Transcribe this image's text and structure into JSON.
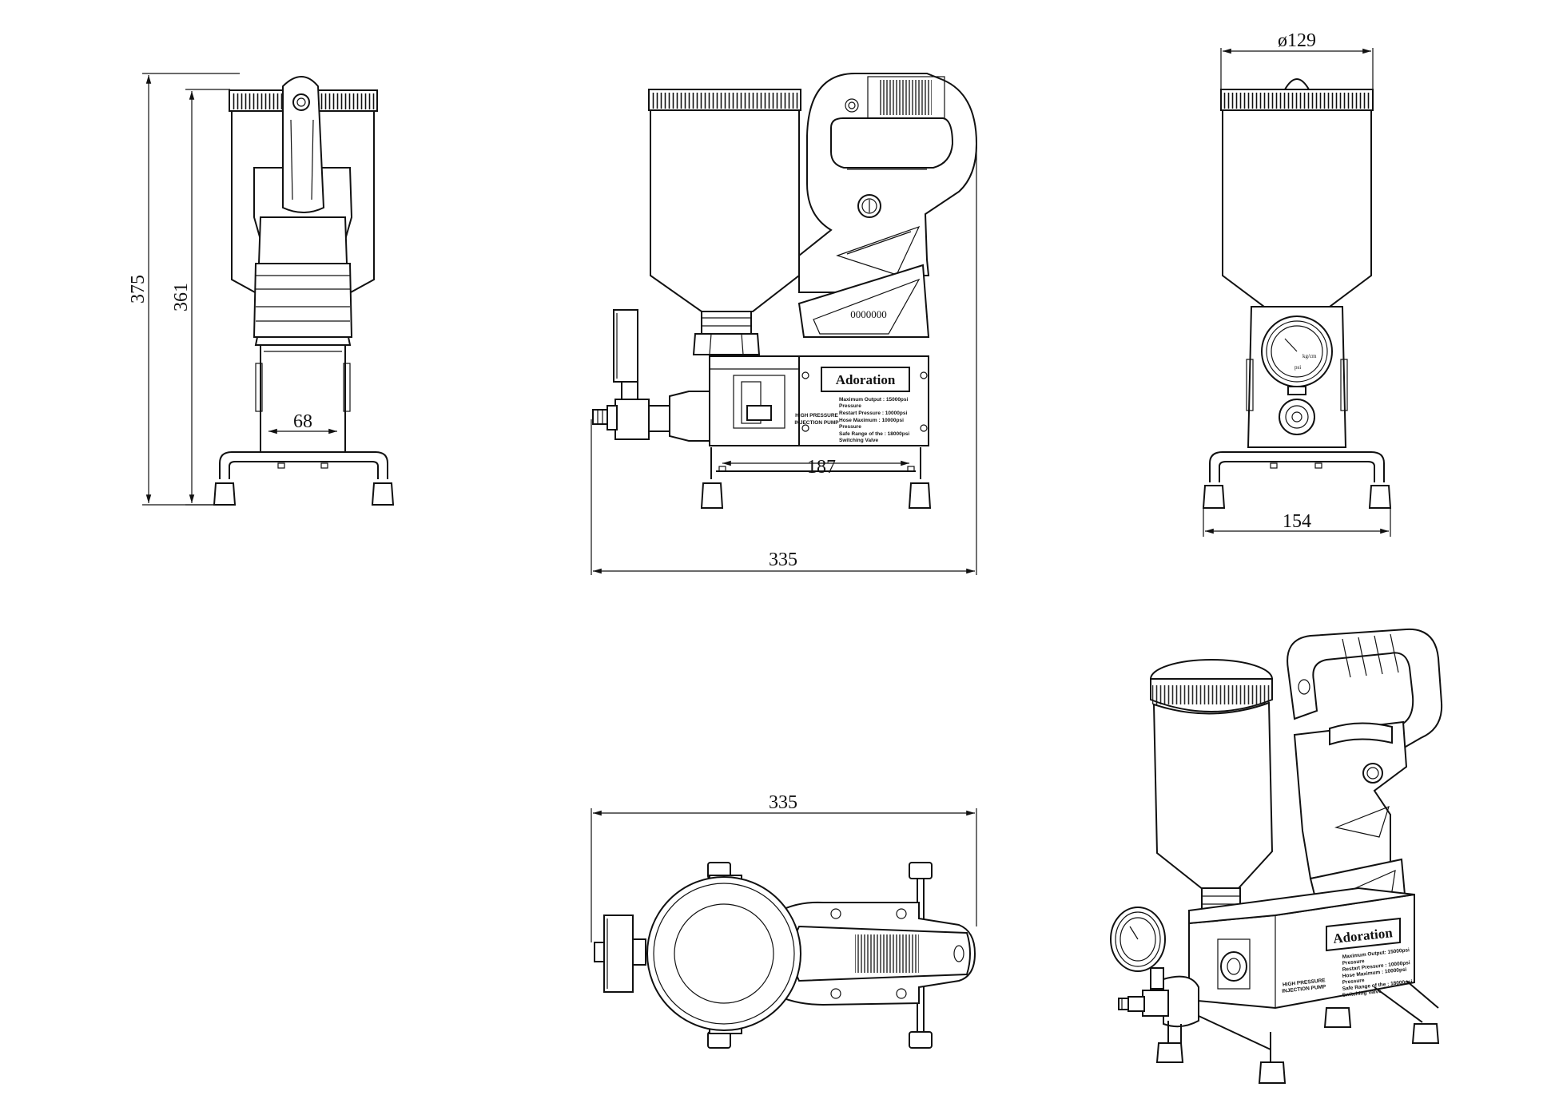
{
  "dimensions": {
    "front_total_height": "375",
    "front_body_height": "361",
    "front_plate_width": "68",
    "side_base_width": "187",
    "side_total_width": "335",
    "rear_hopper_diameter": "ø129",
    "rear_base_width": "154",
    "top_total_width": "335"
  },
  "nameplate": {
    "brand": "Adoration",
    "side_label_1": "HIGH PRESSURE",
    "side_label_2": "INJECTION PUMP",
    "line_1": "Maximum Output :  15000psi",
    "line_1b": "Pressure",
    "line_2": "Restart Pressure  :  10000psi",
    "line_3": "Hose Maximum     :  10000psi",
    "line_3b": "Pressure",
    "line_4": "Safe Range of the :  18000psi",
    "line_4b": "Switching Valve",
    "serial_pattern": "0000000"
  },
  "gauge": {
    "unit_1": "kg/cm",
    "unit_2": "psi"
  },
  "iso_nameplate": {
    "brand": "Adoration",
    "side_label_1": "HIGH PRESSURE",
    "side_label_2": "INJECTION PUMP",
    "line_1": "Maximum Output:  15000psi",
    "line_1b": "Pressure",
    "line_2": "Restart Pressure  :  10000psi",
    "line_3": "Hose Maximum     :  10000psi",
    "line_3b": "Pressure",
    "line_4": "Safe Range of the :  18000psi",
    "line_4b": "Switching Valve"
  }
}
